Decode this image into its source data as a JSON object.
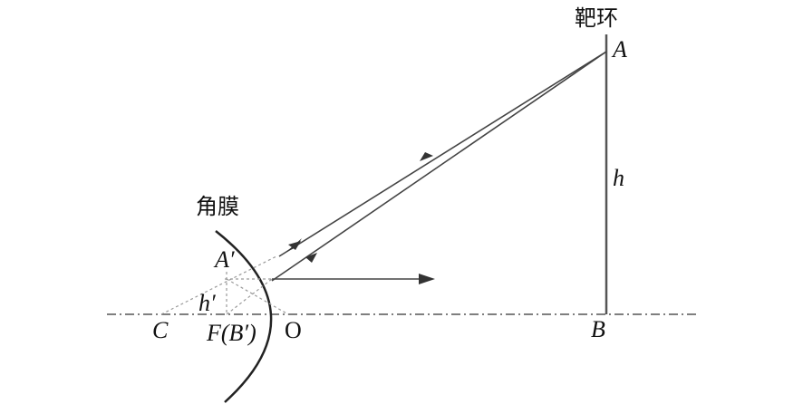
{
  "labels": {
    "target_ring": "靶环",
    "cornea": "角膜",
    "point_A": "A",
    "point_B": "B",
    "height_h": "h",
    "image_A_prime": "A′",
    "image_height": "h′",
    "point_C": "C",
    "focus_F": "F(B′)",
    "vertex_O": "O"
  },
  "colors": {
    "lines": "#333333",
    "axis": "#555555",
    "construction": "#9a9a9a"
  }
}
